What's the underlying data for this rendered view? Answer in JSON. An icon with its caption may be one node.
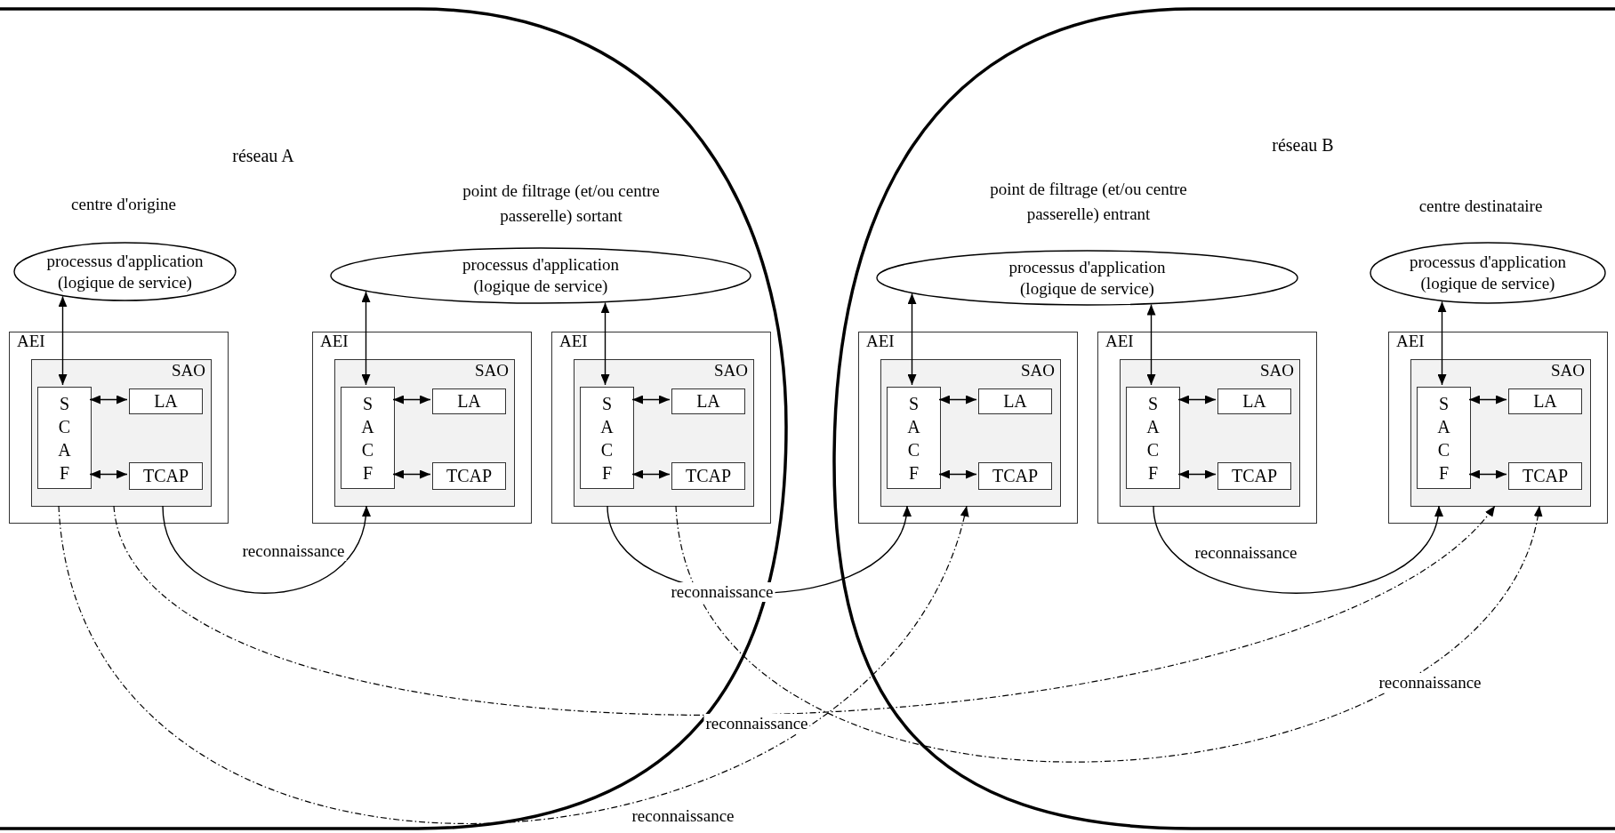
{
  "diagram": {
    "nodes": [
      {
        "text": [
          "réseau A"
        ]
      },
      {
        "text": [
          "processus d'application (logique de service)"
        ],
        "in": 0,
        "beside": [
          "centre d'origine"
        ]
      },
      {
        "text": [
          "AEI"
        ],
        "in": 0
      },
      {
        "text": [
          "SAO"
        ],
        "in": 2
      },
      {
        "text": [
          "S C A F"
        ],
        "in": 3
      },
      {
        "text": [
          "LA"
        ],
        "in": 3
      },
      {
        "text": [
          "TCAP"
        ],
        "in": 3
      },
      {
        "text": [
          "processus d'application (logique de service)"
        ],
        "in": 0,
        "beside": [
          "point de filtrage (et/ou centre passerelle) sortant"
        ]
      },
      {
        "text": [
          "AEI"
        ],
        "in": 0
      },
      {
        "text": [
          "SAO"
        ],
        "in": 8
      },
      {
        "text": [
          "S A C F"
        ],
        "in": 9
      },
      {
        "text": [
          "LA"
        ],
        "in": 9
      },
      {
        "text": [
          "TCAP"
        ],
        "in": 9
      },
      {
        "text": [
          "AEI"
        ],
        "in": 0
      },
      {
        "text": [
          "SAO"
        ],
        "in": 13
      },
      {
        "text": [
          "S A C F"
        ],
        "in": 14
      },
      {
        "text": [
          "LA"
        ],
        "in": 14
      },
      {
        "text": [
          "TCAP"
        ],
        "in": 14
      },
      {
        "text": [
          "réseau B"
        ]
      },
      {
        "text": [
          "processus d'application (logique de service)"
        ],
        "in": 18,
        "beside": [
          "point de filtrage (et/ou centre passerelle) entrant"
        ]
      },
      {
        "text": [
          "AEI"
        ],
        "in": 18
      },
      {
        "text": [
          "SAO"
        ],
        "in": 20
      },
      {
        "text": [
          "S A C F"
        ],
        "in": 21
      },
      {
        "text": [
          "LA"
        ],
        "in": 21
      },
      {
        "text": [
          "TCAP"
        ],
        "in": 21
      },
      {
        "text": [
          "AEI"
        ],
        "in": 18
      },
      {
        "text": [
          "SAO"
        ],
        "in": 25
      },
      {
        "text": [
          "S A C F"
        ],
        "in": 26
      },
      {
        "text": [
          "LA"
        ],
        "in": 26
      },
      {
        "text": [
          "TCAP"
        ],
        "in": 26
      },
      {
        "text": [
          "processus d'application (logique de service)"
        ],
        "in": 18,
        "beside": [
          "centre destinataire"
        ]
      },
      {
        "text": [
          "AEI"
        ],
        "in": 18
      },
      {
        "text": [
          "SAO"
        ],
        "in": 31
      },
      {
        "text": [
          "S A C F"
        ],
        "in": 32
      },
      {
        "text": [
          "LA"
        ],
        "in": 32
      },
      {
        "text": [
          "TCAP"
        ],
        "in": 32
      }
    ],
    "edges": [
      {
        "from": 1,
        "to": 4,
        "arrow": "both"
      },
      {
        "from": 4,
        "to": 5,
        "arrow": "both"
      },
      {
        "from": 4,
        "to": 6,
        "arrow": "both"
      },
      {
        "from": 7,
        "to": 10,
        "arrow": "both"
      },
      {
        "from": 10,
        "to": 11,
        "arrow": "both"
      },
      {
        "from": 10,
        "to": 12,
        "arrow": "both"
      },
      {
        "from": 7,
        "to": 15,
        "arrow": "both"
      },
      {
        "from": 15,
        "to": 16,
        "arrow": "both"
      },
      {
        "from": 15,
        "to": 17,
        "arrow": "both"
      },
      {
        "from": 19,
        "to": 22,
        "arrow": "both"
      },
      {
        "from": 22,
        "to": 23,
        "arrow": "both"
      },
      {
        "from": 22,
        "to": 24,
        "arrow": "both"
      },
      {
        "from": 19,
        "to": 27,
        "arrow": "both"
      },
      {
        "from": 27,
        "to": 28,
        "arrow": "both"
      },
      {
        "from": 27,
        "to": 29,
        "arrow": "both"
      },
      {
        "from": 30,
        "to": 33,
        "arrow": "both"
      },
      {
        "from": 33,
        "to": 34,
        "arrow": "both"
      },
      {
        "from": 33,
        "to": 35,
        "arrow": "both"
      },
      {
        "from": 3,
        "to": 9,
        "arrow": "to",
        "label": "reconnaissance"
      },
      {
        "from": 14,
        "to": 21,
        "arrow": "to",
        "label": "reconnaissance"
      },
      {
        "from": 26,
        "to": 32,
        "arrow": "to",
        "label": "reconnaissance"
      },
      {
        "from": 3,
        "to": 21,
        "arrow": "to",
        "label": "reconnaissance",
        "style": "dashed"
      },
      {
        "from": 3,
        "to": 32,
        "arrow": "to",
        "label": "reconnaissance",
        "style": "dashed"
      },
      {
        "from": 14,
        "to": 32,
        "arrow": "to",
        "label": "reconnaissance",
        "style": "dashed"
      }
    ]
  }
}
